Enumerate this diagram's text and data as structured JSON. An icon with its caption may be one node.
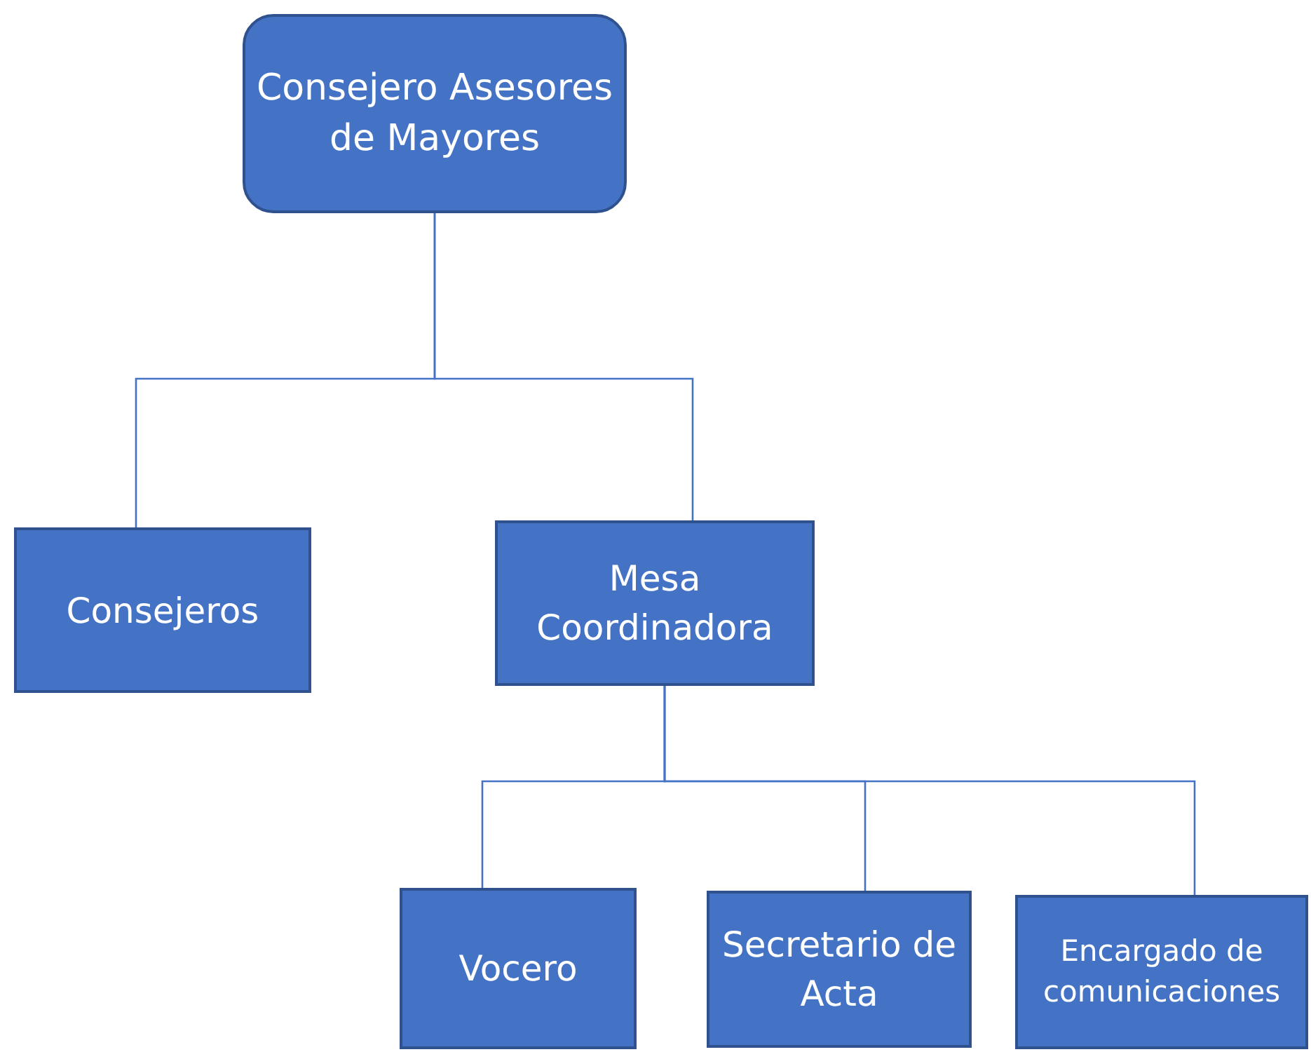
{
  "diagram": {
    "nodes": [
      {
        "text": [
          "Consejero Asesores de Mayores"
        ]
      },
      {
        "text": [
          "Consejeros"
        ]
      },
      {
        "text": [
          "Mesa Coordinadora"
        ]
      },
      {
        "text": [
          "Vocero"
        ]
      },
      {
        "text": [
          "Secretario de Acta"
        ]
      },
      {
        "text": [
          "Encargado de comunicaciones"
        ]
      }
    ],
    "edges": [
      {
        "from": 0,
        "to": 1,
        "arrow": "none"
      },
      {
        "from": 0,
        "to": 2,
        "arrow": "none"
      },
      {
        "from": 2,
        "to": 3,
        "arrow": "none"
      },
      {
        "from": 2,
        "to": 4,
        "arrow": "none"
      },
      {
        "from": 2,
        "to": 5,
        "arrow": "none"
      }
    ]
  }
}
